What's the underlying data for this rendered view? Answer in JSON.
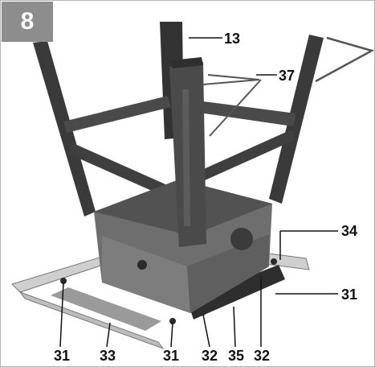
{
  "figure": {
    "step_number": "8",
    "callouts": {
      "c13": "13",
      "c37": "37",
      "c34": "34",
      "c31_right": "31",
      "c31_bottom_left": "31",
      "c33": "33",
      "c31_bottom_mid": "31",
      "c32_left": "32",
      "c35": "35",
      "c32_right": "32"
    }
  }
}
